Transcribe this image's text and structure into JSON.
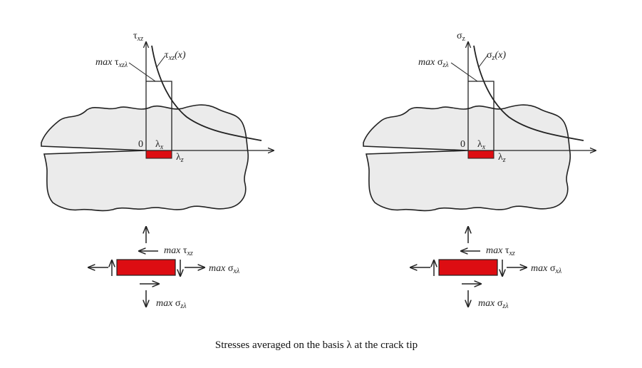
{
  "colors": {
    "body_fill": "#ebebeb",
    "element_fill": "#dd0d12",
    "line": "#222222",
    "text": "#222222"
  },
  "panels": [
    {
      "axis_y_label": "τ",
      "axis_y_sub": "xz",
      "curve_label_main": "τ",
      "curve_label_sub": "xz",
      "curve_label_arg": "(x)",
      "max_label_prefix": "max ",
      "max_label_main": "τ",
      "max_label_sub": "xzλ",
      "origin_label": "0",
      "lambda_x_main": "λ",
      "lambda_x_sub": "x",
      "lambda_z_main": "λ",
      "lambda_z_sub": "z",
      "stress": {
        "tau_prefix": "max ",
        "tau_main": "τ",
        "tau_sub": "xz",
        "sigx_prefix": "max ",
        "sigx_main": "σ",
        "sigx_sub": "xλ",
        "sigz_prefix": "max ",
        "sigz_main": "σ",
        "sigz_sub": "zλ"
      }
    },
    {
      "axis_y_label": "σ",
      "axis_y_sub": "z",
      "curve_label_main": "σ",
      "curve_label_sub": "z",
      "curve_label_arg": "(x)",
      "max_label_prefix": "max ",
      "max_label_main": "σ",
      "max_label_sub": "zλ",
      "origin_label": "0",
      "lambda_x_main": "λ",
      "lambda_x_sub": "x",
      "lambda_z_main": "λ",
      "lambda_z_sub": "z",
      "stress": {
        "tau_prefix": "max ",
        "tau_main": "τ",
        "tau_sub": "xz",
        "sigx_prefix": "max ",
        "sigx_main": "σ",
        "sigx_sub": "xλ",
        "sigz_prefix": "max ",
        "sigz_main": "σ",
        "sigz_sub": "zλ"
      }
    }
  ],
  "caption": "Stresses averaged on the basis λ at the crack tip"
}
